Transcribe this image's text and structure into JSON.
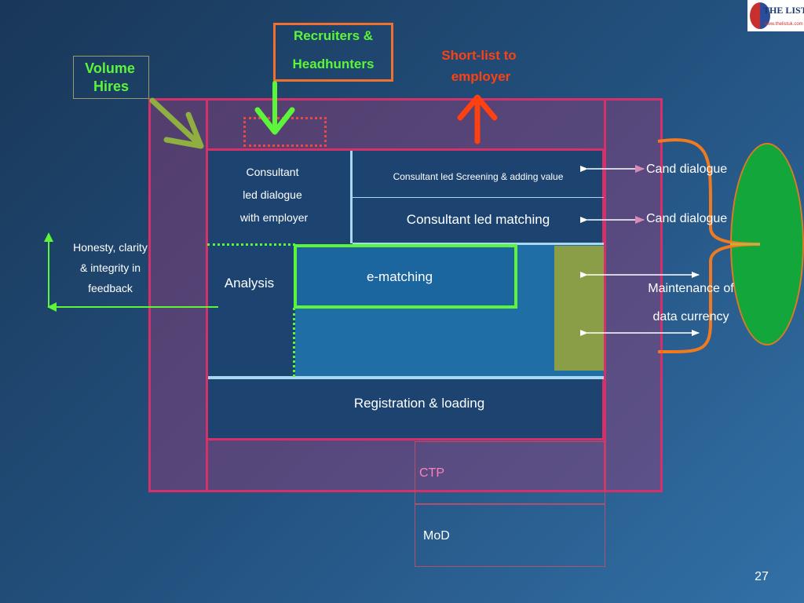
{
  "colors": {
    "frame_border": "#d4306a",
    "frame_fill": "#7a3c6e",
    "green": "#5cf53a",
    "orange": "#f07030",
    "red": "#ff4010",
    "ellipse": "#13a63a",
    "olive": "#8a9e48",
    "pale_blue": "#a8d8f0",
    "pink_text": "#ff7fbf"
  },
  "labels": {
    "recruiters_line1": "Recruiters &",
    "recruiters_line2": "Headhunters",
    "volume_line1": "Volume",
    "volume_line2": "Hires",
    "shortlist_line1": "Short-list to",
    "shortlist_line2": "employer",
    "consultant_line1": "Consultant",
    "consultant_line2": "led dialogue",
    "consultant_line3": "with employer",
    "screening": "Consultant led Screening & adding value",
    "matching": "Consultant led matching",
    "cand_dialogue_1": "Cand dialogue",
    "cand_dialogue_2": "Cand dialogue",
    "honesty_line1": "Honesty, clarity",
    "honesty_line2": "& integrity in",
    "honesty_line3": "feedback",
    "analysis": "Analysis",
    "ematching": "e-matching",
    "maintenance_line1": "Maintenance of",
    "maintenance_line2": "data currency",
    "registration": "Registration & loading",
    "ctp": "CTP",
    "mod": "MoD",
    "page_number": "27"
  },
  "logo": {
    "title": "THE LIST",
    "url": "www.thelistuk.com"
  }
}
